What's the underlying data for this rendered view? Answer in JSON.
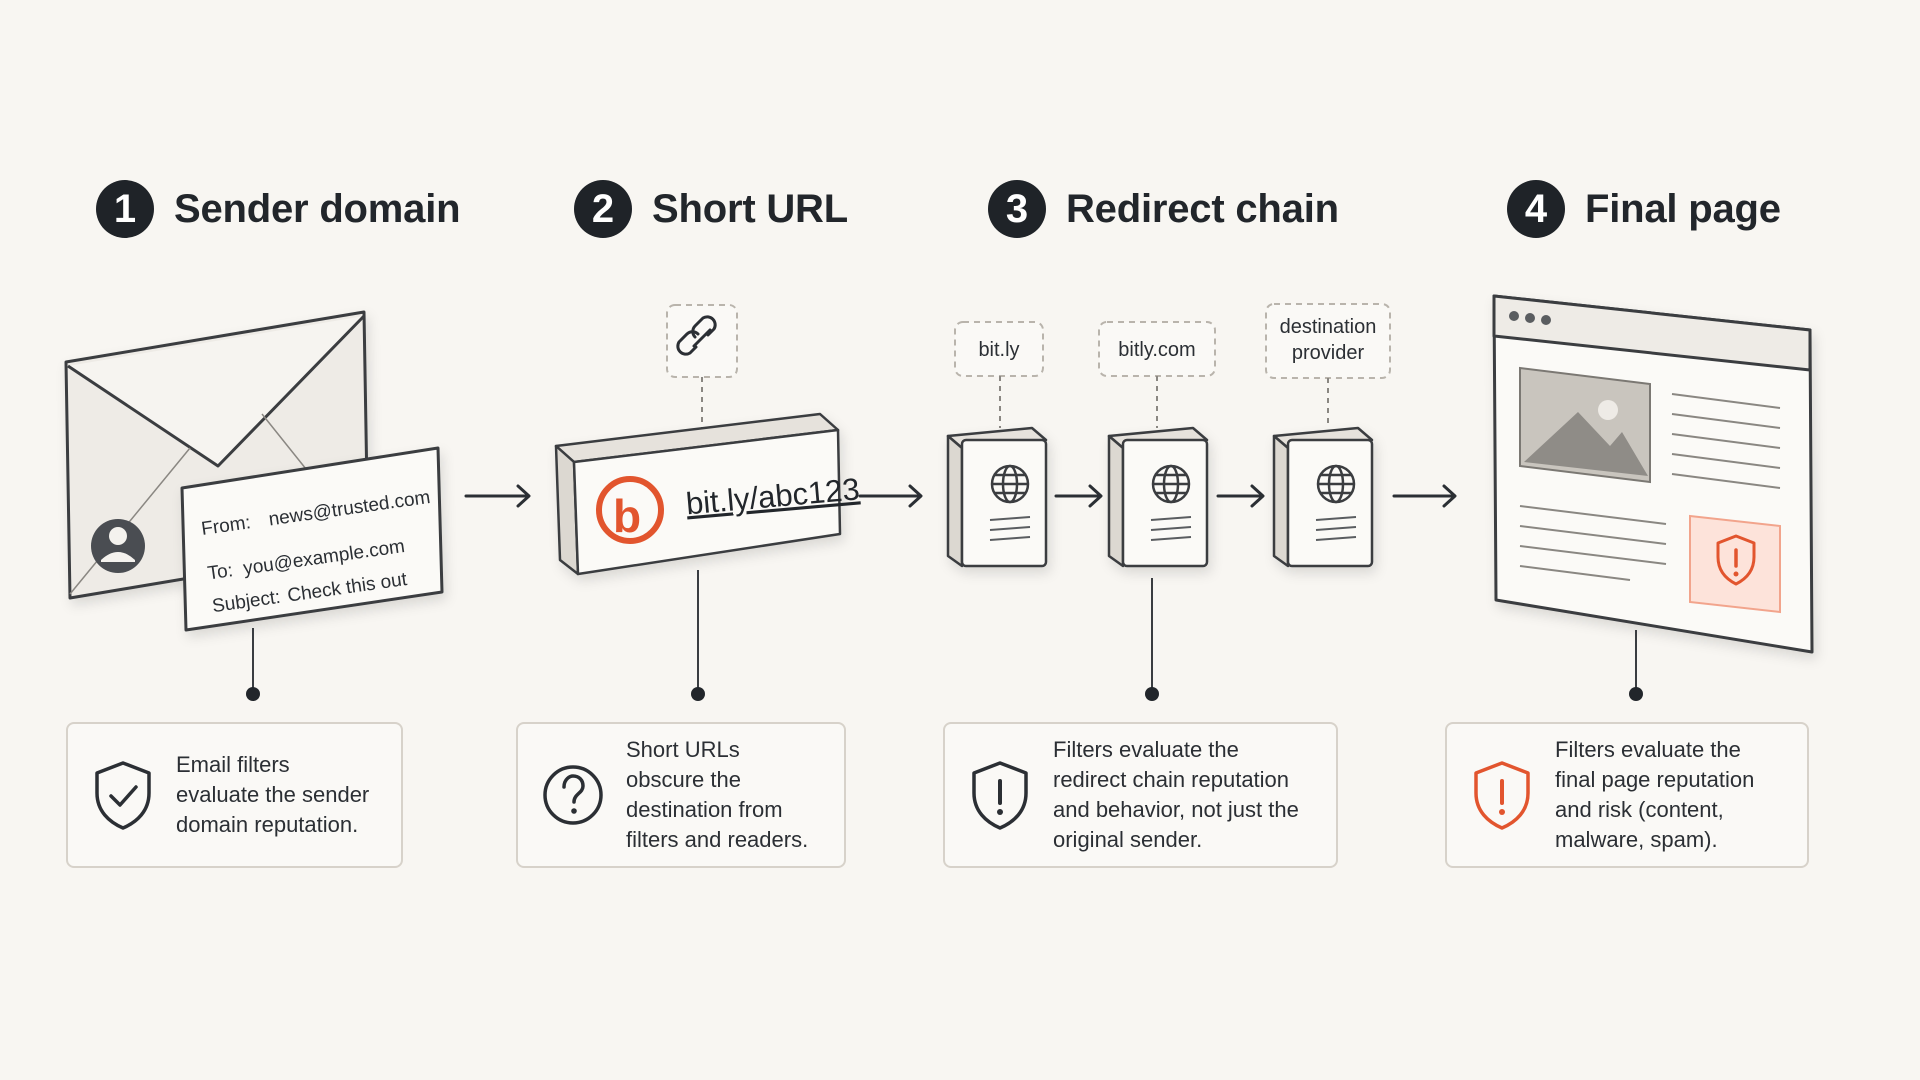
{
  "steps": [
    {
      "number": "1",
      "title": "Sender domain",
      "description": "Email filters evaluate the sender domain reputation."
    },
    {
      "number": "2",
      "title": "Short URL",
      "description": "Short URLs obscure the destination from filters and readers."
    },
    {
      "number": "3",
      "title": "Redirect chain",
      "description": "Filters evaluate the redirect chain reputation and behavior, not just the original sender."
    },
    {
      "number": "4",
      "title": "Final page",
      "description": "Filters evaluate the final page reputation and risk (content, malware, spam)."
    }
  ],
  "email": {
    "from_label": "From:",
    "from_value": "news@trusted.com",
    "to_label": "To:",
    "to_value": "you@example.com",
    "subject_label": "Subject:",
    "subject_value": "Check this out"
  },
  "short_url": {
    "url": "bit.ly/abc123",
    "logo_letter": "b"
  },
  "redirects": [
    {
      "label": "bit.ly"
    },
    {
      "label": "bitly.com"
    },
    {
      "label": "destination provider"
    }
  ],
  "icons": {
    "step1": "shield-check-icon",
    "step2": "question-circle-icon",
    "step3": "shield-exclamation-icon",
    "step4": "shield-exclamation-red-icon",
    "link": "link-icon",
    "server": "globe-server-icon",
    "avatar": "person-avatar-icon"
  },
  "colors": {
    "background": "#f8f6f2",
    "ink": "#1f2328",
    "accent": "#e2552e",
    "alert_fill": "#fde3da"
  }
}
